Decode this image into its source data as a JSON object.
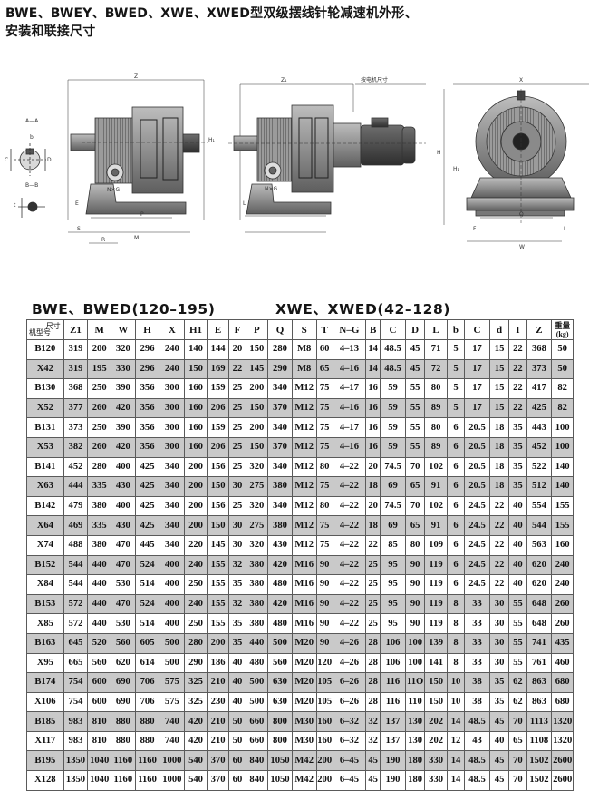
{
  "title_line1": "BWE、BWEY、BWED、XWE、XWED型双级摆线针轮减速机外形、",
  "title_line2": "安装和联接尺寸",
  "drawing_labels": {
    "aa": "A—A",
    "bb": "B—B",
    "c": "C",
    "d": "D",
    "b": "b",
    "t": "t",
    "z": "Z",
    "z1": "Z₁",
    "motor": "按电机尺寸",
    "x": "X",
    "h": "H",
    "h1": "H₁",
    "l": "L",
    "nxg": "N×G",
    "s": "S",
    "e": "E",
    "r": "R",
    "p": "P",
    "m": "M",
    "q": "Q",
    "w": "W",
    "f": "F",
    "i": "I"
  },
  "subtitle_left": "BWE、BWED(120–195)",
  "subtitle_right": "XWE、XWED(42–128)",
  "table": {
    "corner_top": "尺寸",
    "corner_bottom": "机型号",
    "weight_header_line1": "重量",
    "weight_header_line2": "(kg)",
    "headers": [
      "Z1",
      "M",
      "W",
      "H",
      "X",
      "H1",
      "E",
      "F",
      "P",
      "Q",
      "S",
      "T",
      "N–G",
      "B",
      "C",
      "D",
      "L",
      "b",
      "C",
      "d",
      "I",
      "Z"
    ],
    "rows": [
      [
        "B120",
        "319",
        "200",
        "320",
        "296",
        "240",
        "140",
        "144",
        "20",
        "150",
        "280",
        "M8",
        "60",
        "4–13",
        "14",
        "48.5",
        "45",
        "71",
        "5",
        "17",
        "15",
        "22",
        "368",
        "50"
      ],
      [
        "X42",
        "319",
        "195",
        "330",
        "296",
        "240",
        "150",
        "169",
        "22",
        "145",
        "290",
        "M8",
        "65",
        "4–16",
        "14",
        "48.5",
        "45",
        "72",
        "5",
        "17",
        "15",
        "22",
        "373",
        "50"
      ],
      [
        "B130",
        "368",
        "250",
        "390",
        "356",
        "300",
        "160",
        "159",
        "25",
        "200",
        "340",
        "M12",
        "75",
        "4–17",
        "16",
        "59",
        "55",
        "80",
        "5",
        "17",
        "15",
        "22",
        "417",
        "82"
      ],
      [
        "X52",
        "377",
        "260",
        "420",
        "356",
        "300",
        "160",
        "206",
        "25",
        "150",
        "370",
        "M12",
        "75",
        "4–16",
        "16",
        "59",
        "55",
        "89",
        "5",
        "17",
        "15",
        "22",
        "425",
        "82"
      ],
      [
        "B131",
        "373",
        "250",
        "390",
        "356",
        "300",
        "160",
        "159",
        "25",
        "200",
        "340",
        "M12",
        "75",
        "4–17",
        "16",
        "59",
        "55",
        "80",
        "6",
        "20.5",
        "18",
        "35",
        "443",
        "100"
      ],
      [
        "X53",
        "382",
        "260",
        "420",
        "356",
        "300",
        "160",
        "206",
        "25",
        "150",
        "370",
        "M12",
        "75",
        "4–16",
        "16",
        "59",
        "55",
        "89",
        "6",
        "20.5",
        "18",
        "35",
        "452",
        "100"
      ],
      [
        "B141",
        "452",
        "280",
        "400",
        "425",
        "340",
        "200",
        "156",
        "25",
        "320",
        "340",
        "M12",
        "80",
        "4–22",
        "20",
        "74.5",
        "70",
        "102",
        "6",
        "20.5",
        "18",
        "35",
        "522",
        "140"
      ],
      [
        "X63",
        "444",
        "335",
        "430",
        "425",
        "340",
        "200",
        "150",
        "30",
        "275",
        "380",
        "M12",
        "75",
        "4–22",
        "18",
        "69",
        "65",
        "91",
        "6",
        "20.5",
        "18",
        "35",
        "512",
        "140"
      ],
      [
        "B142",
        "479",
        "380",
        "400",
        "425",
        "340",
        "200",
        "156",
        "25",
        "320",
        "340",
        "M12",
        "80",
        "4–22",
        "20",
        "74.5",
        "70",
        "102",
        "6",
        "24.5",
        "22",
        "40",
        "554",
        "155"
      ],
      [
        "X64",
        "469",
        "335",
        "430",
        "425",
        "340",
        "200",
        "150",
        "30",
        "275",
        "380",
        "M12",
        "75",
        "4–22",
        "18",
        "69",
        "65",
        "91",
        "6",
        "24.5",
        "22",
        "40",
        "544",
        "155"
      ],
      [
        "X74",
        "488",
        "380",
        "470",
        "445",
        "340",
        "220",
        "145",
        "30",
        "320",
        "430",
        "M12",
        "75",
        "4–22",
        "22",
        "85",
        "80",
        "109",
        "6",
        "24.5",
        "22",
        "40",
        "563",
        "160"
      ],
      [
        "B152",
        "544",
        "440",
        "470",
        "524",
        "400",
        "240",
        "155",
        "32",
        "380",
        "420",
        "M16",
        "90",
        "4–22",
        "25",
        "95",
        "90",
        "119",
        "6",
        "24.5",
        "22",
        "40",
        "620",
        "240"
      ],
      [
        "X84",
        "544",
        "440",
        "530",
        "514",
        "400",
        "250",
        "155",
        "35",
        "380",
        "480",
        "M16",
        "90",
        "4–22",
        "25",
        "95",
        "90",
        "119",
        "6",
        "24.5",
        "22",
        "40",
        "620",
        "240"
      ],
      [
        "B153",
        "572",
        "440",
        "470",
        "524",
        "400",
        "240",
        "155",
        "32",
        "380",
        "420",
        "M16",
        "90",
        "4–22",
        "25",
        "95",
        "90",
        "119",
        "8",
        "33",
        "30",
        "55",
        "648",
        "260"
      ],
      [
        "X85",
        "572",
        "440",
        "530",
        "514",
        "400",
        "250",
        "155",
        "35",
        "380",
        "480",
        "M16",
        "90",
        "4–22",
        "25",
        "95",
        "90",
        "119",
        "8",
        "33",
        "30",
        "55",
        "648",
        "260"
      ],
      [
        "B163",
        "645",
        "520",
        "560",
        "605",
        "500",
        "280",
        "200",
        "35",
        "440",
        "500",
        "M20",
        "90",
        "4–26",
        "28",
        "106",
        "100",
        "139",
        "8",
        "33",
        "30",
        "55",
        "741",
        "435"
      ],
      [
        "X95",
        "665",
        "560",
        "620",
        "614",
        "500",
        "290",
        "186",
        "40",
        "480",
        "560",
        "M20",
        "120",
        "4–26",
        "28",
        "106",
        "100",
        "141",
        "8",
        "33",
        "30",
        "55",
        "761",
        "460"
      ],
      [
        "B174",
        "754",
        "600",
        "690",
        "706",
        "575",
        "325",
        "210",
        "40",
        "500",
        "630",
        "M20",
        "105",
        "6–26",
        "28",
        "116",
        "11O",
        "150",
        "10",
        "38",
        "35",
        "62",
        "863",
        "680"
      ],
      [
        "X106",
        "754",
        "600",
        "690",
        "706",
        "575",
        "325",
        "230",
        "40",
        "500",
        "630",
        "M20",
        "105",
        "6–26",
        "28",
        "116",
        "110",
        "150",
        "10",
        "38",
        "35",
        "62",
        "863",
        "680"
      ],
      [
        "B185",
        "983",
        "810",
        "880",
        "880",
        "740",
        "420",
        "210",
        "50",
        "660",
        "800",
        "M30",
        "160",
        "6–32",
        "32",
        "137",
        "130",
        "202",
        "14",
        "48.5",
        "45",
        "70",
        "1113",
        "1320"
      ],
      [
        "X117",
        "983",
        "810",
        "880",
        "880",
        "740",
        "420",
        "210",
        "50",
        "660",
        "800",
        "M30",
        "160",
        "6–32",
        "32",
        "137",
        "130",
        "202",
        "12",
        "43",
        "40",
        "65",
        "1108",
        "1320"
      ],
      [
        "B195",
        "1350",
        "1040",
        "1160",
        "1160",
        "1000",
        "540",
        "370",
        "60",
        "840",
        "1050",
        "M42",
        "200",
        "6–45",
        "45",
        "190",
        "180",
        "330",
        "14",
        "48.5",
        "45",
        "70",
        "1502",
        "2600"
      ],
      [
        "X128",
        "1350",
        "1040",
        "1160",
        "1160",
        "1000",
        "540",
        "370",
        "60",
        "840",
        "1050",
        "M42",
        "200",
        "6–45",
        "45",
        "190",
        "180",
        "330",
        "14",
        "48.5",
        "45",
        "70",
        "1502",
        "2600"
      ]
    ]
  }
}
